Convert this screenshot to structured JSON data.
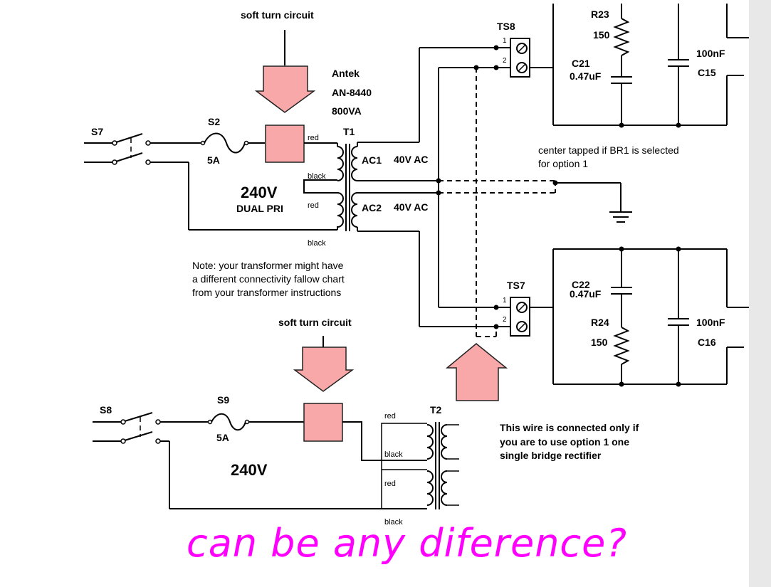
{
  "top_circuit": {
    "soft_turn_label": "soft turn circuit",
    "transformer_brand": "Antek",
    "transformer_model": "AN-8440",
    "transformer_power": "800VA",
    "switch_label": "S7",
    "fuse_label": "S2",
    "fuse_rating": "5A",
    "transformer_label": "T1",
    "voltage": "240V",
    "voltage_note": "DUAL PRI",
    "wire_red_1": "red",
    "wire_black_1": "black",
    "wire_red_2": "red",
    "wire_black_2": "black",
    "secondary_1": "AC1",
    "secondary_1_voltage": "40V AC",
    "secondary_2": "AC2",
    "secondary_2_voltage": "40V AC"
  },
  "center_tap_note_1": "center tapped if BR1 is selected",
  "center_tap_note_2": "for option 1",
  "ts8": {
    "label": "TS8",
    "pin1": "1",
    "pin2": "2",
    "r_label": "R23",
    "r_value": "150",
    "c_label": "C21",
    "c_value": "0.47uF",
    "c2_value": "100nF",
    "c2_label": "C15"
  },
  "ts7": {
    "label": "TS7",
    "pin1": "1",
    "pin2": "2",
    "c_label": "C22",
    "c_value": "0.47uF",
    "r_label": "R24",
    "r_value": "150",
    "c2_value": "100nF",
    "c2_label": "C16"
  },
  "note": {
    "line1": "Note: your transformer might have",
    "line2": "a different connectivity fallow chart",
    "line3": "from your transformer instructions"
  },
  "bottom_circuit": {
    "soft_turn_label": "soft turn circuit",
    "switch_label": "S8",
    "fuse_label": "S9",
    "fuse_rating": "5A",
    "transformer_label": "T2",
    "voltage": "240V",
    "wire_red_1": "red",
    "wire_black_1": "black",
    "wire_red_2": "red",
    "wire_black_2": "black"
  },
  "wire_note": {
    "line1": "This wire is connected only if",
    "line2": "you are to use option 1 one",
    "line3": "single bridge rectifier"
  },
  "handwriting": "can be any diference?"
}
